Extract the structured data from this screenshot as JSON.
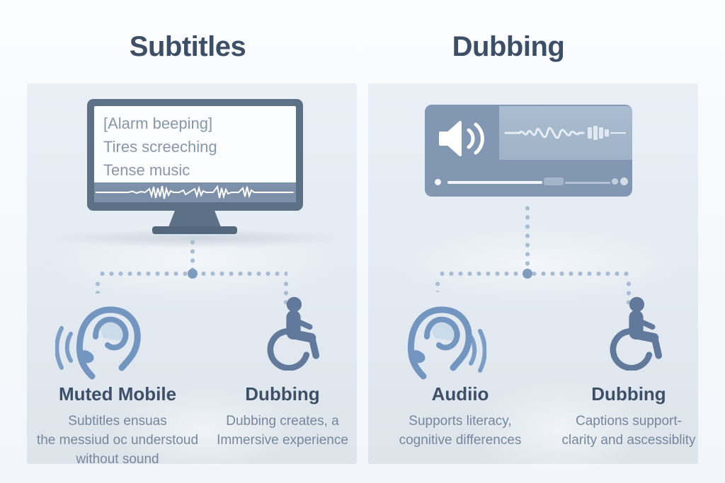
{
  "header": {
    "left_title": "Subtitles",
    "right_title": "Dubbing"
  },
  "left_panel": {
    "monitor": {
      "captions": [
        "[Alarm beeping]",
        "Tires screeching",
        "Tense music"
      ],
      "waveform_icon": "audio-waveform-icon"
    },
    "columns": [
      {
        "icon": "hearing-ear-icon",
        "title": "Muted Mobile",
        "description": "Subtitles ensuas\nthe messiud oc understoud\nwithout sound"
      },
      {
        "icon": "wheelchair-user-icon",
        "title": "Dubbing",
        "description": "Dubbing creates, a\nImmersive experience"
      }
    ]
  },
  "right_panel": {
    "player": {
      "speaker_icon": "speaker-volume-icon",
      "waveform_icon": "audio-waveform-icon"
    },
    "columns": [
      {
        "icon": "hearing-ear-icon",
        "title": "Audiio",
        "description": "Supports literacy,\ncognitive differences"
      },
      {
        "icon": "wheelchair-user-icon",
        "title": "Dubbing",
        "description": "Captions support-\nclarity and ascessiblity"
      }
    ]
  },
  "colors": {
    "background": "#f7f9fc",
    "panel": "#e3eaf2",
    "heading_text": "#3d4f66",
    "body_text": "#76879d",
    "monitor_frame": "#5c7186",
    "caption_text": "#8896aa",
    "tv_strip": "#7d90a9",
    "player_card": "#8298b2",
    "player_inset": "#a7bacc",
    "connector_dot": "#a9bdd2",
    "connector_node": "#7e9cc0",
    "ear_icon": "#7296c0",
    "wheelchair_icon": "#61799a"
  }
}
